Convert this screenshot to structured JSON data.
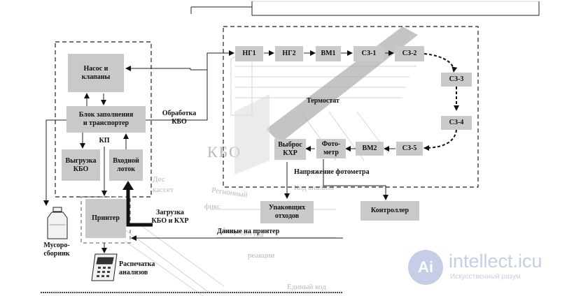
{
  "diagram": {
    "left": {
      "pump_valves": "Насос и\nклапаны",
      "fill_transport": "Блок заполнения\nи транспортер",
      "kp": "КП",
      "unload_kbo": "Выгрузка\nКБО",
      "input_tray": "Входной\nлоток",
      "printer": "Принтер",
      "load_kbo_kxr": "Загрузка\nКБО и КХР",
      "waste": "Мусоро-\nсборник",
      "printout": "Распечатка\nанализов"
    },
    "process_kbo": "Обработка\nКБО",
    "thermostat": {
      "title": "Термостат",
      "steps_top": [
        "НГ1",
        "НГ2",
        "ВМ1",
        "СЗ-1",
        "СЗ-2"
      ],
      "steps_right": [
        "СЗ-3",
        "СЗ-4"
      ],
      "steps_bottom": [
        "СЗ-5",
        "ВМ2"
      ],
      "photometer": "Фото-\nметр",
      "eject_kxr": "Выброс\nКХР",
      "photometer_voltage": "Напряжение фотометра"
    },
    "packaging_waste": "Упаковщих\nотходов",
    "controller": "Контроллер",
    "printer_data": "Данные на принтер",
    "background_text": [
      "КБО",
      "Дес",
      "кассет",
      "Регионный",
      "фикс",
      "Аккредитура",
      "реакции",
      "Код анализа",
      "Единый код"
    ],
    "watermark": {
      "logo_letters": "Ai",
      "site": "intellect.icu",
      "tagline": "Искусственный разум"
    }
  }
}
